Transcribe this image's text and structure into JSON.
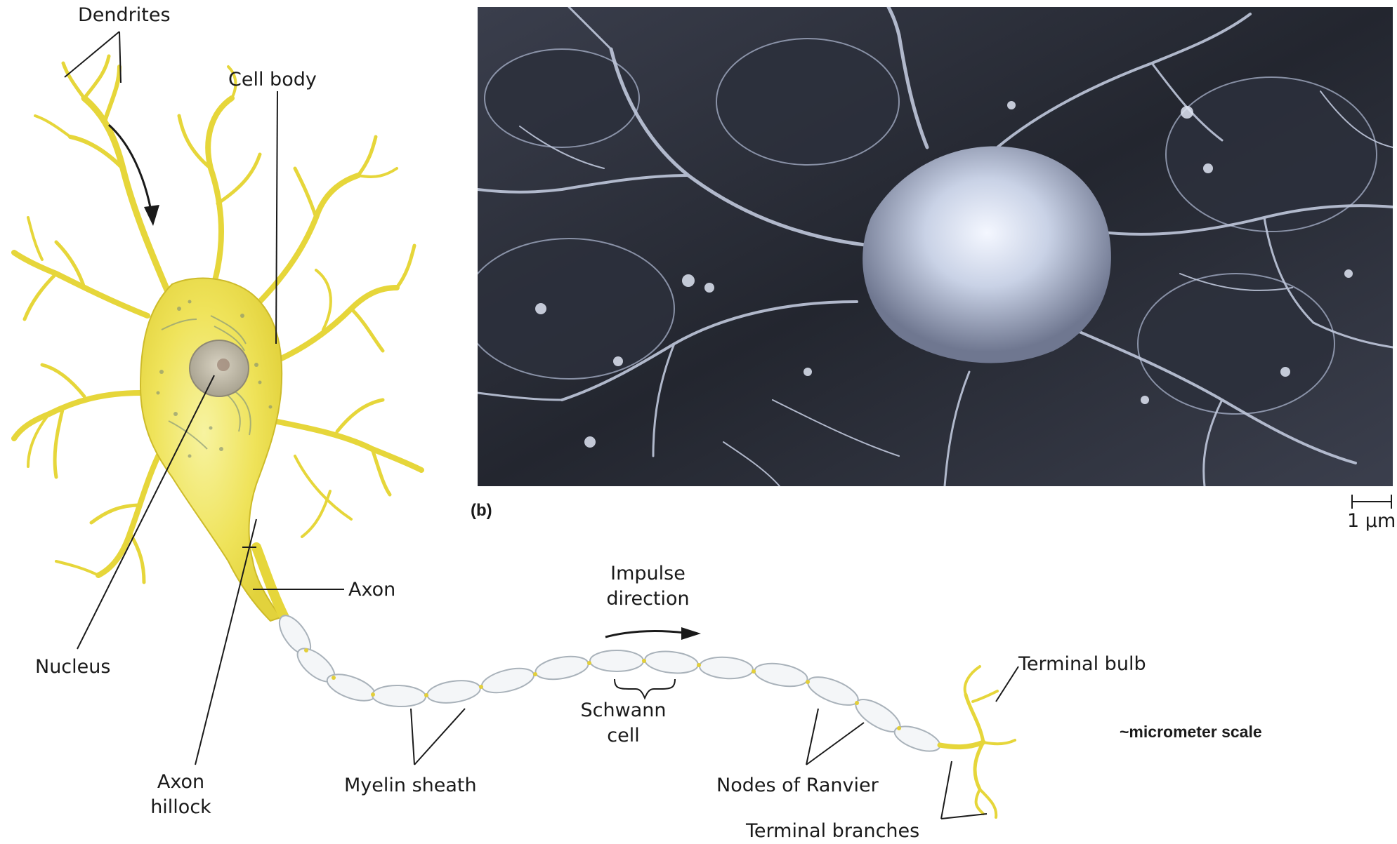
{
  "labels": {
    "dendrites": "Dendrites",
    "cell_body": "Cell body",
    "nucleus": "Nucleus",
    "axon": "Axon",
    "axon_hillock_line1": "Axon",
    "axon_hillock_line2": "hillock",
    "impulse_line1": "Impulse",
    "impulse_line2": "direction",
    "myelin_sheath": "Myelin sheath",
    "schwann_line1": "Schwann",
    "schwann_line2": "cell",
    "nodes_of_ranvier": "Nodes of Ranvier",
    "terminal_bulb": "Terminal bulb",
    "terminal_branches": "Terminal branches",
    "panel_b": "(b)",
    "scale_bar": "1 μm",
    "scale_note": "~micrometer scale"
  },
  "colors": {
    "neuron_fill": "#f2ea5a",
    "neuron_stroke": "#c9b92a",
    "myelin_fill": "#f4f6f8",
    "myelin_stroke": "#a9b2ba",
    "micrograph_bg": "#2b2e38",
    "micrograph_cell": "#c9d2e6",
    "leader_line": "#1a1a1a"
  }
}
